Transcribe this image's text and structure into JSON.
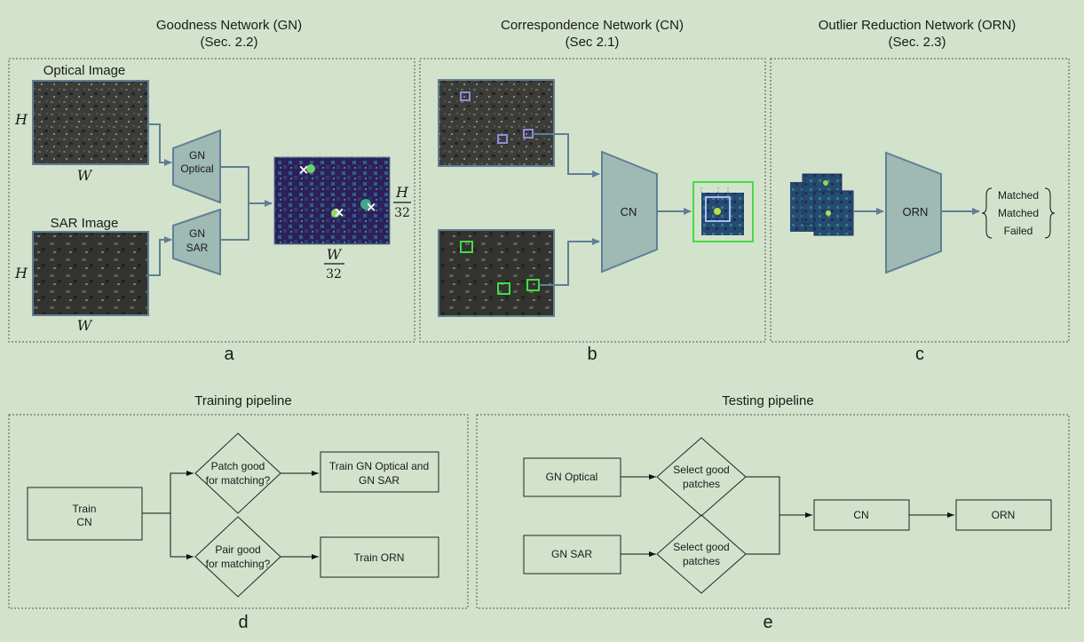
{
  "panels": {
    "gn_title": "Goodness Network (GN)",
    "gn_sec": "(Sec. 2.2)",
    "cn_title": "Correspondence Network (CN)",
    "cn_sec": "(Sec 2.1)",
    "orn_title": "Outlier Reduction Network (ORN)",
    "orn_sec": "(Sec. 2.3)"
  },
  "panel_a": {
    "optical_label": "Optical Image",
    "sar_label": "SAR Image",
    "h": "H",
    "w": "W",
    "gn_optical_1": "GN",
    "gn_optical_2": "Optical",
    "gn_sar_1": "GN",
    "gn_sar_2": "SAR",
    "frac_h_num": "H",
    "frac_w_num": "W",
    "frac_den": "32",
    "heatmap_mark": "×"
  },
  "panel_b": {
    "cn": "CN"
  },
  "panel_c": {
    "orn": "ORN",
    "outputs": [
      "Matched",
      "Matched",
      "Failed"
    ]
  },
  "captions": [
    "a",
    "b",
    "c",
    "d",
    "e"
  ],
  "training": {
    "title": "Training pipeline",
    "train_cn_1": "Train",
    "train_cn_2": "CN",
    "patch_q_1": "Patch good",
    "patch_q_2": "for matching?",
    "pair_q_1": "Pair good",
    "pair_q_2": "for matching?",
    "train_gn_1": "Train GN Optical and",
    "train_gn_2": "GN SAR",
    "train_orn": "Train ORN"
  },
  "testing": {
    "title": "Testing pipeline",
    "gn_optical": "GN Optical",
    "gn_sar": "GN SAR",
    "select_1": "Select good",
    "select_2": "patches",
    "cn": "CN",
    "orn": "ORN"
  },
  "colors": {
    "background": "#d3e2cb",
    "network": "#9fb9b3",
    "network_edge": "#5f7f97",
    "heatmap": "#2e1f5a",
    "match_box": "#44dd44",
    "patch_box": "#8d8de0"
  }
}
